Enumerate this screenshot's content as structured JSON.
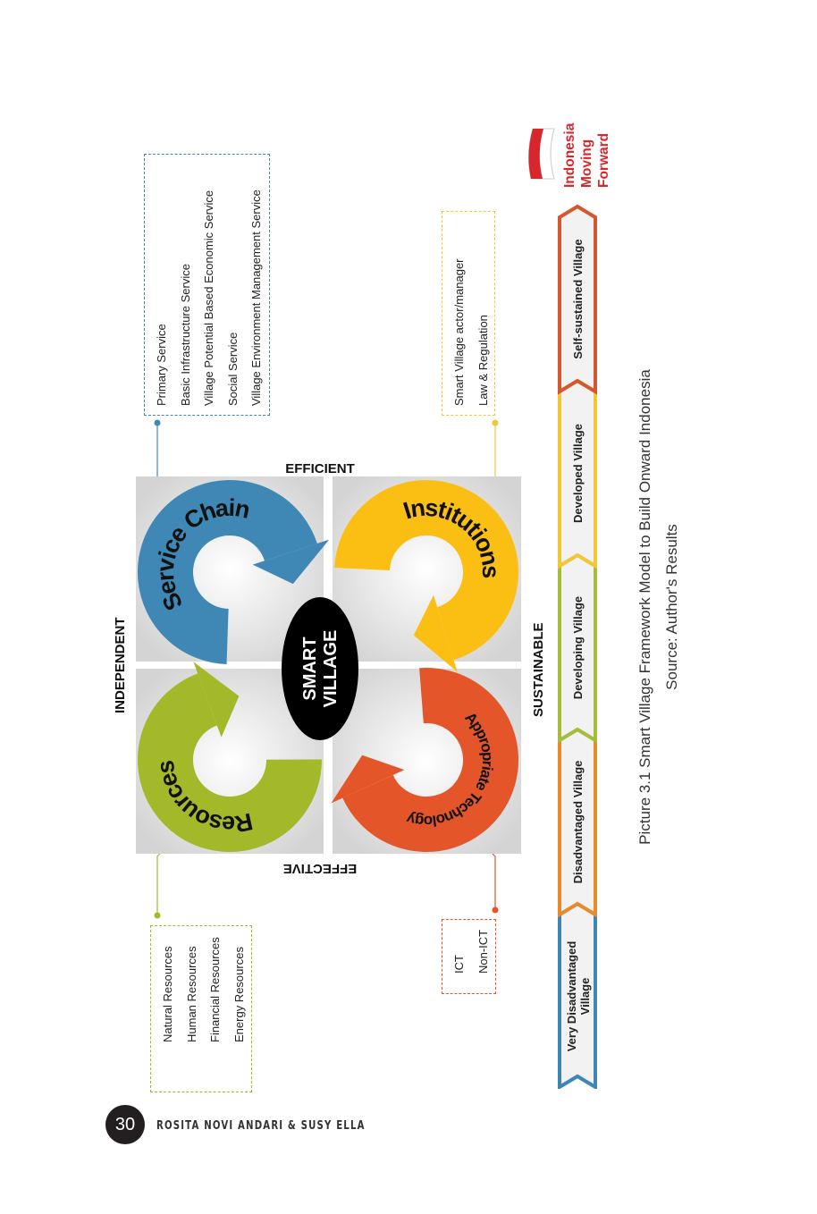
{
  "diagram": {
    "center_label": [
      "SMART",
      "VILLAGE"
    ],
    "axes": {
      "top": "INDEPENDENT",
      "bottom": "SUSTAINABLE",
      "right": "EFFICIENT",
      "left": "EFFECTIVE"
    },
    "quadrants": [
      {
        "label": "Service Chain",
        "color": "#3f88b5"
      },
      {
        "label": "Institutions",
        "color": "#fbbf14"
      },
      {
        "label": "Resources",
        "color": "#a4b92a"
      },
      {
        "label": "Appropriate Technology",
        "color": "#e4552a"
      }
    ],
    "boxes": {
      "service": [
        "Primary Service",
        "Basic Infrastructure Service",
        "Village Potential Based Economic Service",
        "Social Service",
        "Village Environment Management Service"
      ],
      "institutions": [
        "Smart Village actor/manager",
        "Law & Regulation"
      ],
      "resources": [
        "Natural Resources",
        "Human Resources",
        "Financial Resources",
        "Energy Resources"
      ],
      "technology": [
        "ICT",
        "Non-ICT"
      ]
    }
  },
  "stages": [
    {
      "label": "Very Disadvantaged Village",
      "color": "#3d86b5"
    },
    {
      "label": "Disadvantaged Village",
      "color": "#e98a2b"
    },
    {
      "label": "Developing Village",
      "color": "#a5bd3a"
    },
    {
      "label": "Developed Village",
      "color": "#f3c633"
    },
    {
      "label": "Self-sustained Village",
      "color": "#d5572e"
    }
  ],
  "brand": {
    "lines": [
      "Indonesia",
      "Moving",
      "Forward"
    ],
    "color": "#d7262c"
  },
  "caption": {
    "title": "Picture 3.1 Smart Village Framework Model to Build Onward Indonesia",
    "source": "Source: Author's Results"
  },
  "footer": {
    "page_number": "30",
    "authors": "ROSITA NOVI ANDARI & SUSY ELLA"
  }
}
